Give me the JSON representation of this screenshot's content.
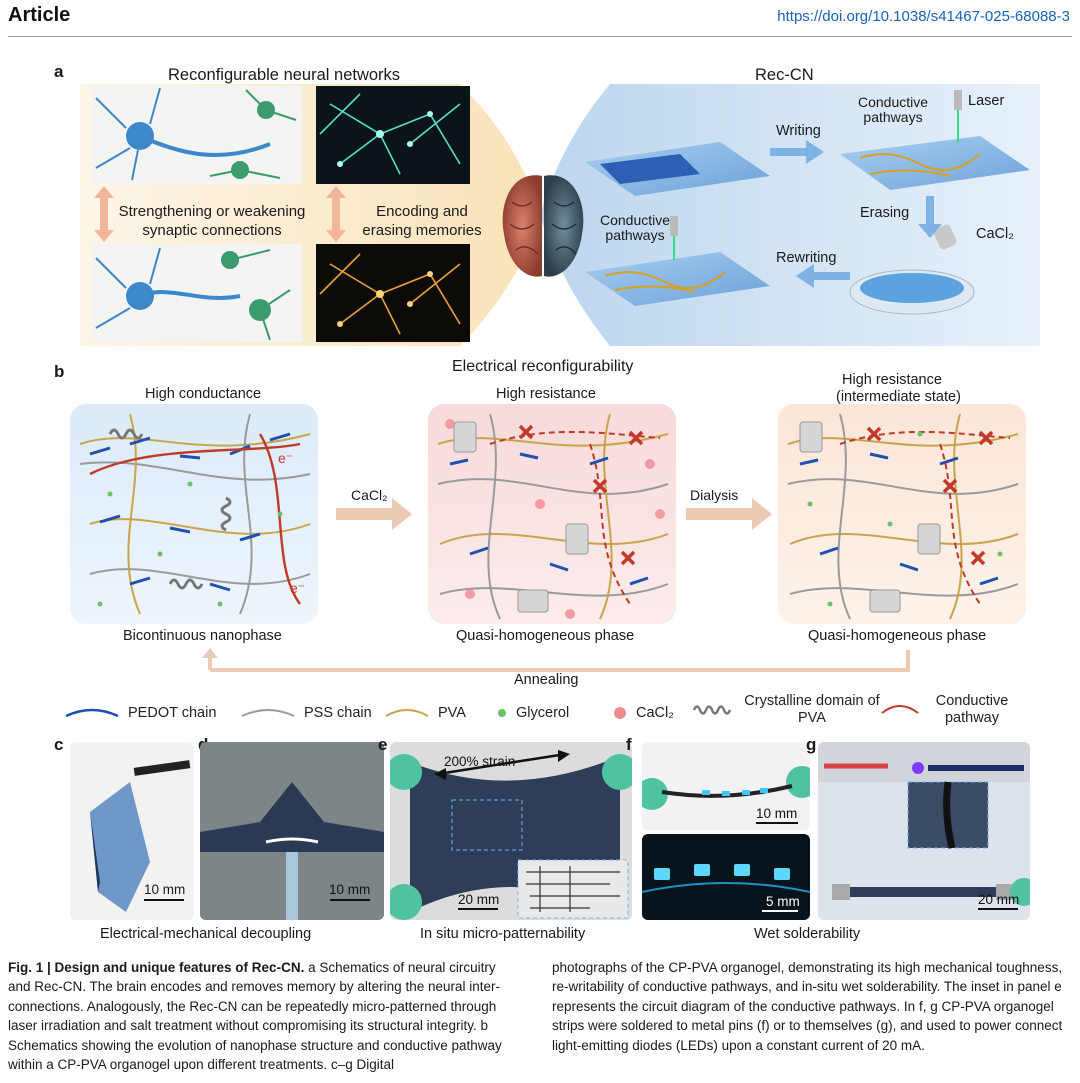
{
  "header": {
    "title": "Article",
    "doi": "https://doi.org/10.1038/s41467-025-68088-3"
  },
  "panel_a": {
    "label": "a",
    "left_title": "Reconfigurable neural networks",
    "right_title": "Rec-CN",
    "synapse_text": "Strengthening or weakening synaptic connections",
    "memory_text": "Encoding and erasing memories",
    "conductive_top": "Conductive pathways",
    "conductive_bottom": "Conductive pathways",
    "laser": "Laser",
    "writing": "Writing",
    "erasing": "Erasing",
    "rewriting": "Rewriting",
    "cacl2": "CaCl₂"
  },
  "panel_b": {
    "label": "b",
    "title": "Electrical reconfigurability",
    "states": [
      {
        "top": "High conductance",
        "bottom": "Bicontinuous nanophase"
      },
      {
        "top": "High resistance",
        "bottom": "Quasi-homogeneous phase"
      },
      {
        "top": "High resistance",
        "top2": "(intermediate state)",
        "bottom": "Quasi-homogeneous phase"
      }
    ],
    "arrow1": "CaCl₂",
    "arrow2": "Dialysis",
    "annealing": "Annealing",
    "electron": "e⁻"
  },
  "legend": [
    {
      "label": "PEDOT chain",
      "color": "#1f4fb0"
    },
    {
      "label": "PSS chain",
      "color": "#9a9a9a"
    },
    {
      "label": "PVA",
      "color": "#c8a44a"
    },
    {
      "label": "Glycerol",
      "color": "#6cc06a"
    },
    {
      "label": "CaCl₂",
      "color": "#f08a92"
    },
    {
      "label": "Crystalline domain of PVA",
      "color": "#777777"
    },
    {
      "label": "Conductive pathway",
      "color": "#c0392b"
    }
  ],
  "photos": {
    "c": {
      "label": "c",
      "scale": "10 mm"
    },
    "d": {
      "label": "d",
      "scale": "10 mm"
    },
    "e": {
      "label": "e",
      "scale": "20 mm",
      "strain": "200% strain"
    },
    "f": {
      "label": "f",
      "scale_top": "10 mm",
      "scale_bottom": "5 mm"
    },
    "g": {
      "label": "g",
      "scale": "20 mm"
    }
  },
  "photo_captions": {
    "cd": "Electrical-mechanical decoupling",
    "e": "In situ micro-patternability",
    "fg": "Wet solderability"
  },
  "caption": {
    "fig": "Fig. 1 | Design and unique features of Rec-CN.",
    "left_rest": " a Schematics of neural circuitry and Rec-CN. The brain encodes and removes memory by altering the neural inter-connections. Analogously, the Rec-CN can be repeatedly micro-patterned through laser irradiation and salt treatment without compromising its structural integrity. b Schematics showing the evolution of nanophase structure and conductive pathway within a CP-PVA organogel upon different treatments. c–g Digital",
    "right": "photographs of the CP-PVA organogel, demonstrating its high mechanical toughness, re-writability of conductive pathways, and in-situ wet solderability. The inset in panel e represents the circuit diagram of the conductive pathways. In f, g CP-PVA organogel strips were soldered to metal pins (f) or to themselves (g), and used to power connect light-emitting diodes (LEDs) upon a constant current of 20 mA."
  }
}
